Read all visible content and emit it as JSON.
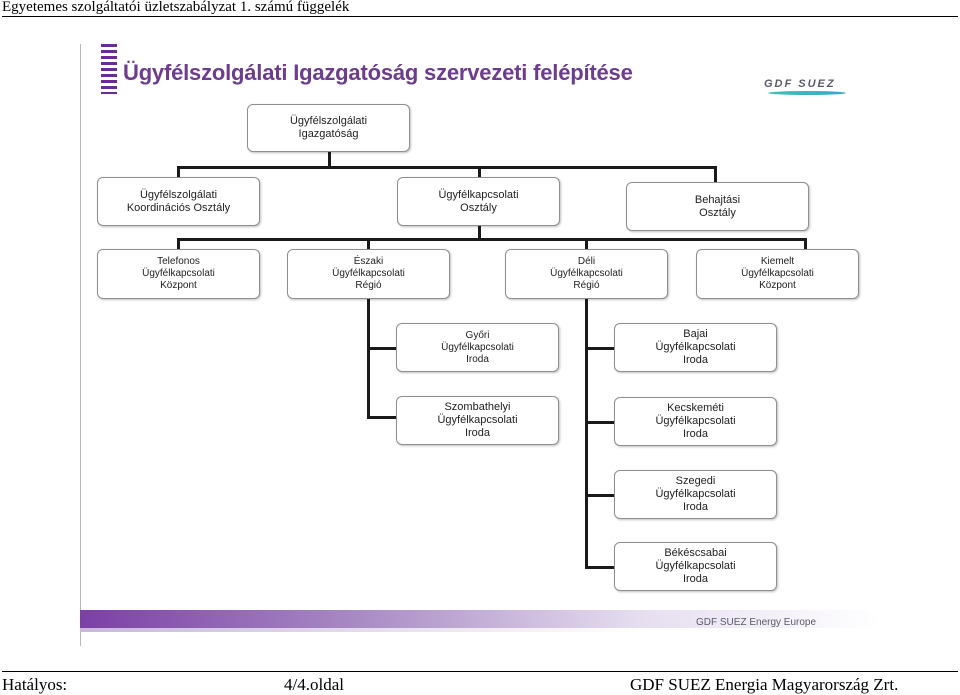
{
  "header": {
    "title": "Egyetemes szolgáltatói üzletszabályzat 1. számú függelék"
  },
  "footer": {
    "left": "Hatályos:",
    "center": "4/4.oldal",
    "right": "GDF SUEZ Energia Magyarország Zrt."
  },
  "slide": {
    "title": "Ügyfélszolgálati Igazgatóság szervezeti felépítése",
    "logo_text": "GDF SUEZ",
    "footer_brand": "GDF SUEZ Energy Europe",
    "accent_color": "#6d3c8c"
  },
  "org": {
    "root": "Ügyfélszolgálati\nIgazgatóság",
    "coordination": "Ügyfélszolgálati\nKoordinációs Osztály",
    "contact_dept": "Ügyfélkapcsolati\nOsztály",
    "collection_dept": "Behajtási\nOsztály",
    "phone_center": "Telefonos\nÜgyfélkapcsolati\nKözpont",
    "north_region": "Északi\nÜgyfélkapcsolati\nRégió",
    "south_region": "Déli\nÜgyfélkapcsolati\nRégió",
    "key_center": "Kiemelt\nÜgyfélkapcsolati\nKözpont",
    "gyor": "Győri\nÜgyfélkapcsolati\nIroda",
    "szombathely": "Szombathelyi\nÜgyfélkapcsolati\nIroda",
    "baja": "Bajai\nÜgyfélkapcsolati\nIroda",
    "kecskemet": "Kecskeméti\nÜgyfélkapcsolati\nIroda",
    "szeged": "Szegedi\nÜgyfélkapcsolati\nIroda",
    "bekescsaba": "Békéscsabai\nÜgyfélkapcsolati\nIroda"
  }
}
